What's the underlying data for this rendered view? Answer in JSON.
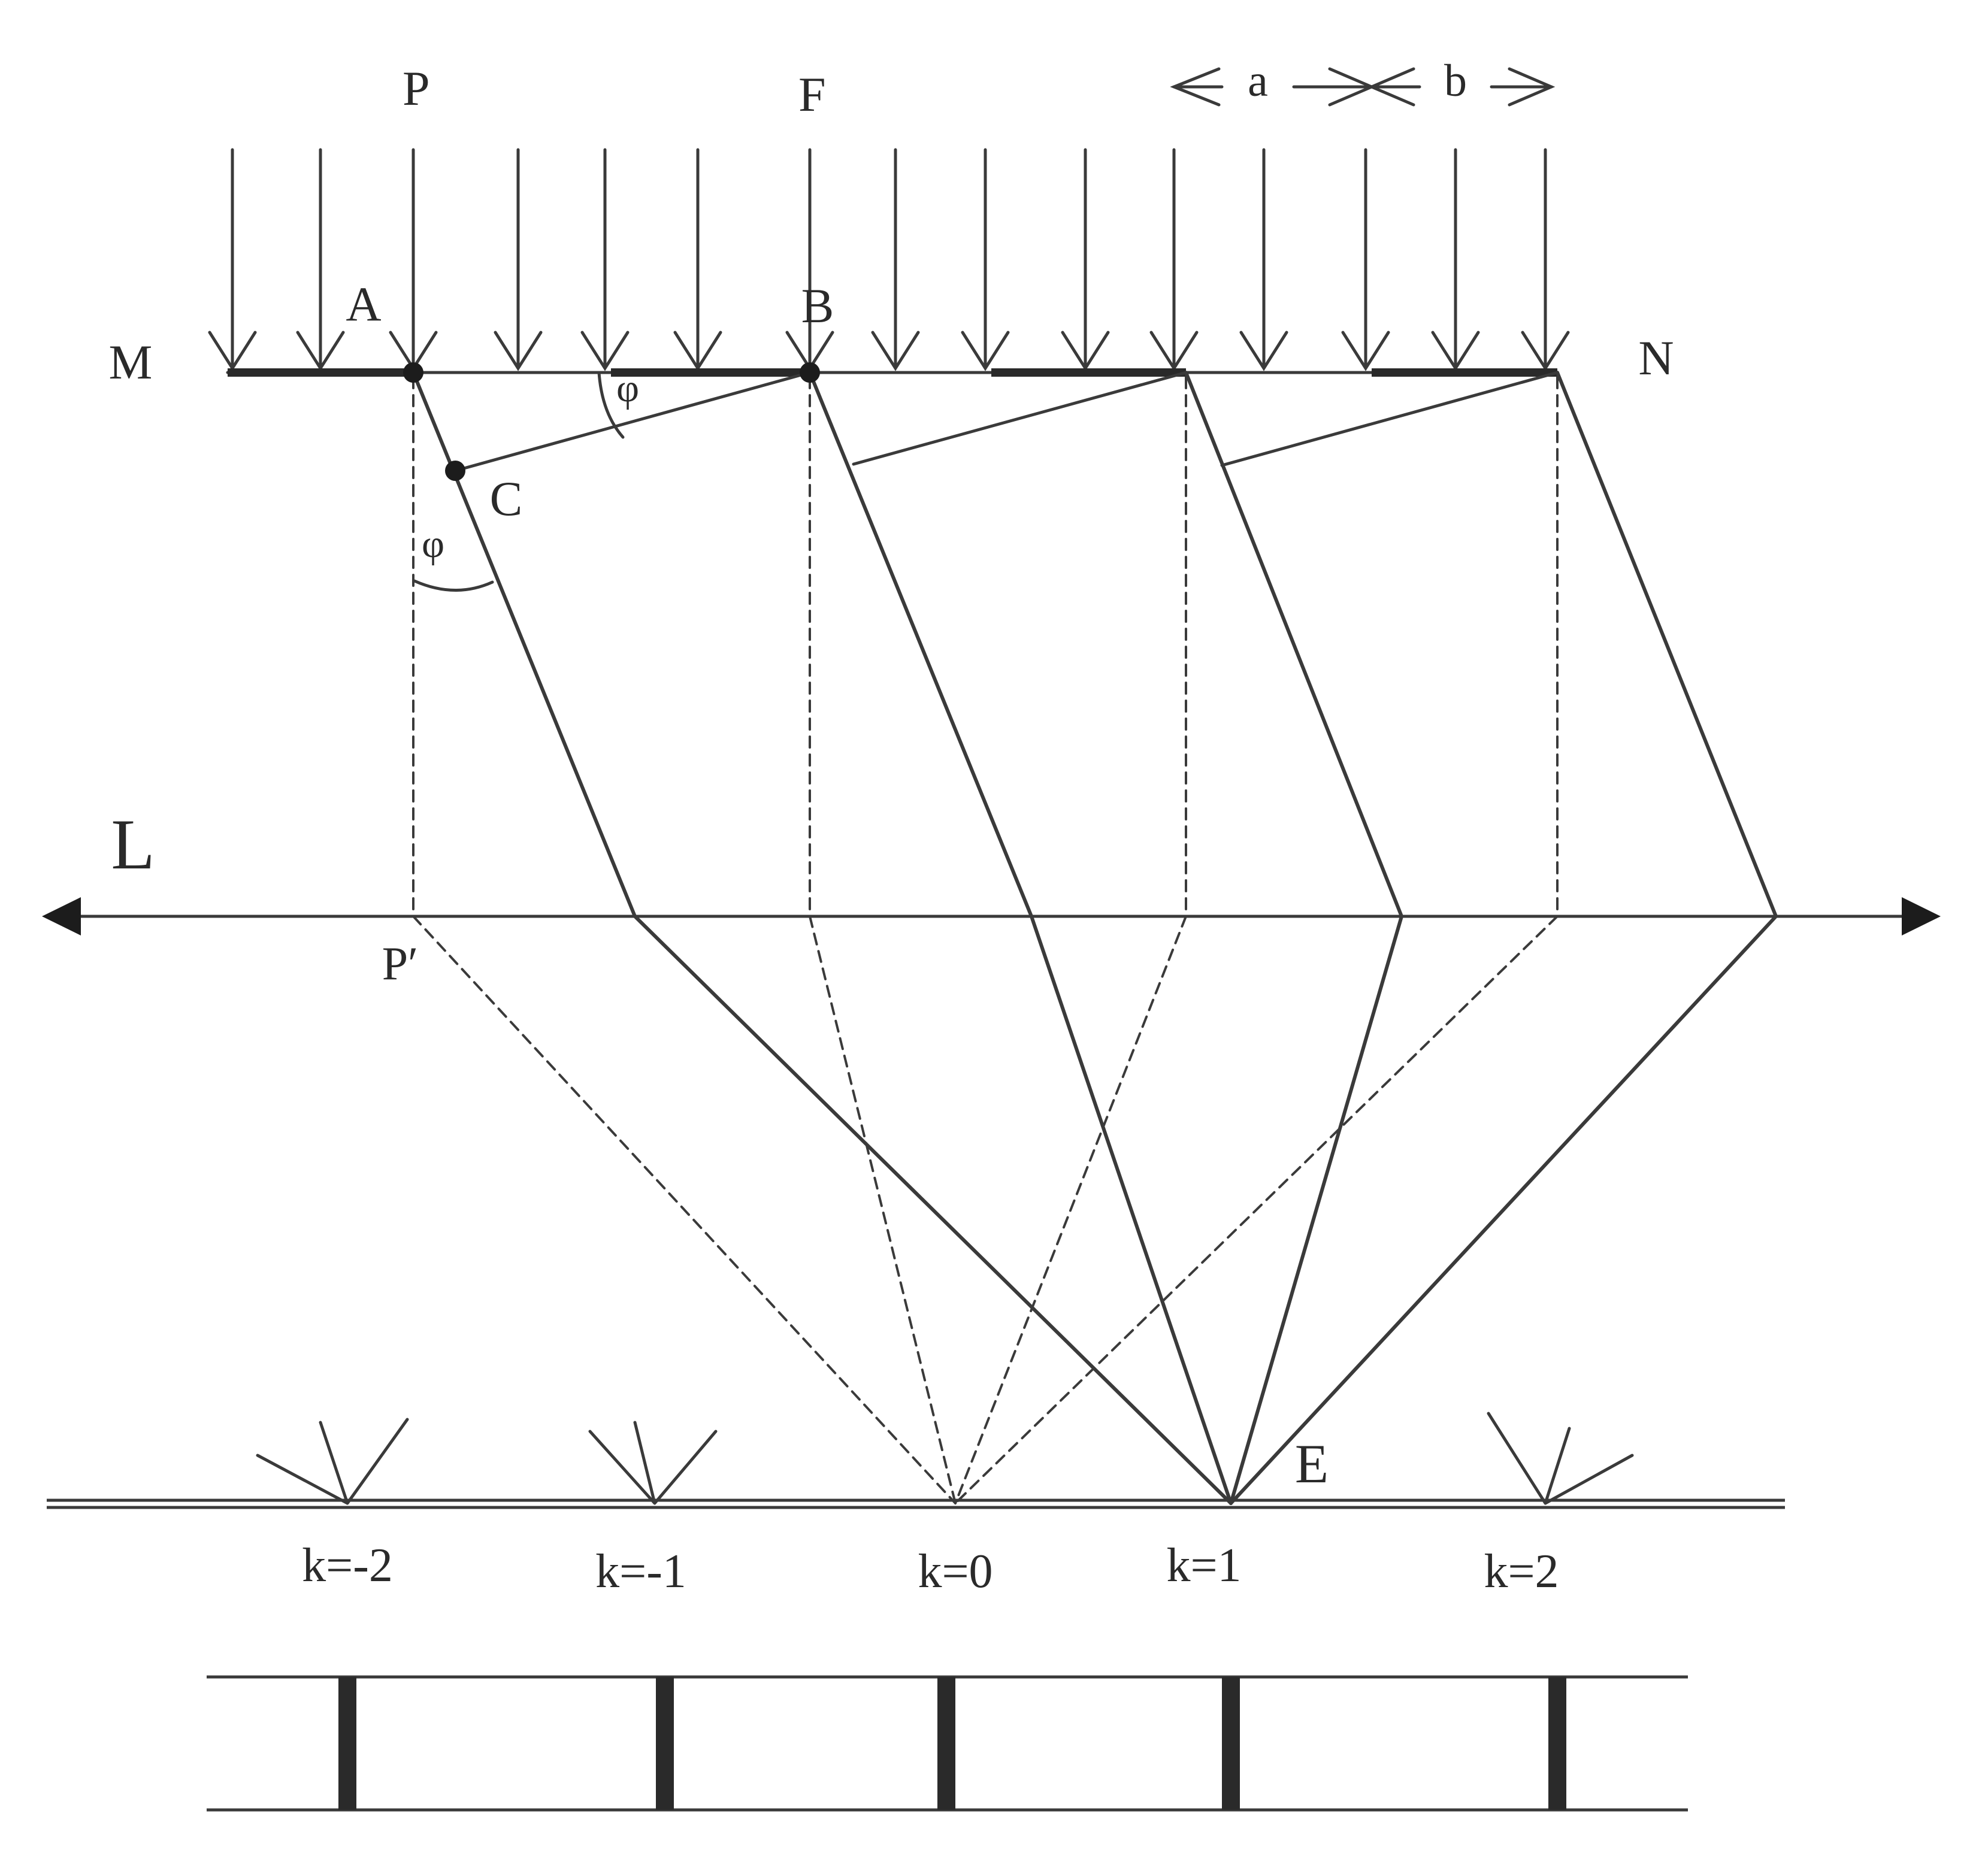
{
  "labels": {
    "P": "P",
    "F": "F",
    "a": "a",
    "b": "b",
    "A": "A",
    "B": "B",
    "C": "C",
    "M": "M",
    "N": "N",
    "phi_top": "φ",
    "phi_left": "φ",
    "L": "L",
    "P_prime": "P′",
    "E": "E"
  },
  "orders": [
    "k=-2",
    "k=-1",
    "k=0",
    "k=1",
    "k=2"
  ],
  "colors": {
    "ink": "#3a3a3a",
    "background": "#ffffff"
  }
}
